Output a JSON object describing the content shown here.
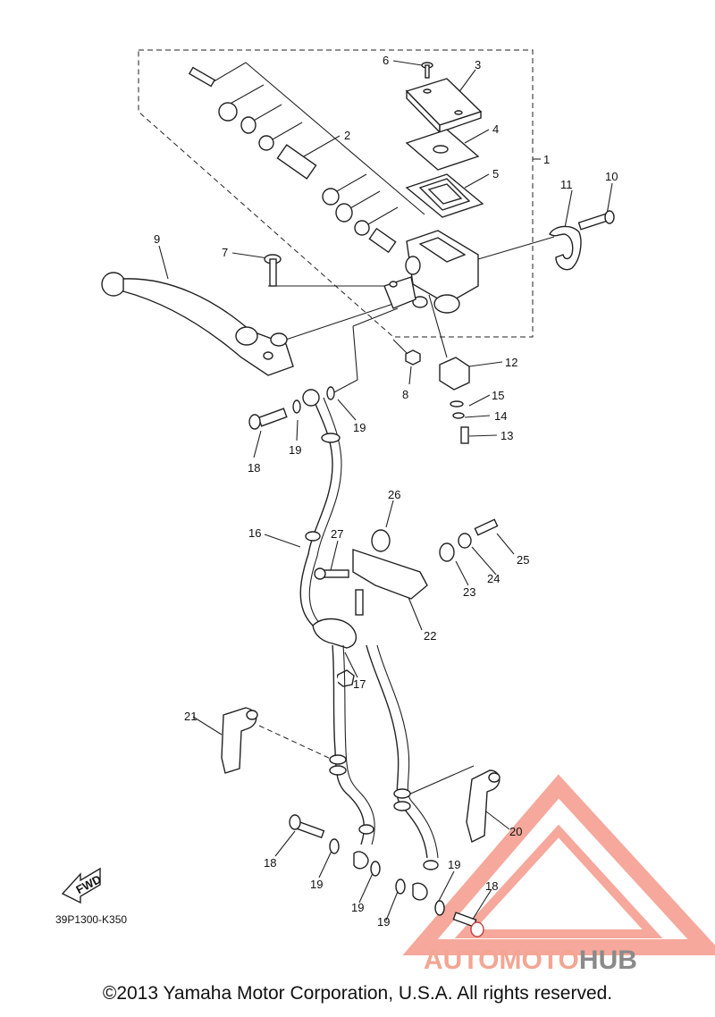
{
  "diagram": {
    "part_code": "39P1300-K350",
    "fwd_label": "FWD",
    "callouts": [
      {
        "id": "c1",
        "text": "1"
      },
      {
        "id": "c2",
        "text": "2"
      },
      {
        "id": "c3",
        "text": "3"
      },
      {
        "id": "c4",
        "text": "4"
      },
      {
        "id": "c5",
        "text": "5"
      },
      {
        "id": "c6",
        "text": "6"
      },
      {
        "id": "c7",
        "text": "7"
      },
      {
        "id": "c8",
        "text": "8"
      },
      {
        "id": "c9",
        "text": "9"
      },
      {
        "id": "c10",
        "text": "10"
      },
      {
        "id": "c11",
        "text": "11"
      },
      {
        "id": "c12",
        "text": "12"
      },
      {
        "id": "c13",
        "text": "13"
      },
      {
        "id": "c14",
        "text": "14"
      },
      {
        "id": "c15",
        "text": "15"
      },
      {
        "id": "c16",
        "text": "16"
      },
      {
        "id": "c17",
        "text": "17"
      },
      {
        "id": "c18a",
        "text": "18"
      },
      {
        "id": "c18b",
        "text": "18"
      },
      {
        "id": "c18c",
        "text": "18"
      },
      {
        "id": "c19a",
        "text": "19"
      },
      {
        "id": "c19b",
        "text": "19"
      },
      {
        "id": "c19c",
        "text": "19"
      },
      {
        "id": "c19d",
        "text": "19"
      },
      {
        "id": "c19e",
        "text": "19"
      },
      {
        "id": "c19f",
        "text": "19"
      },
      {
        "id": "c20",
        "text": "20"
      },
      {
        "id": "c21",
        "text": "21"
      },
      {
        "id": "c22",
        "text": "22"
      },
      {
        "id": "c23",
        "text": "23"
      },
      {
        "id": "c24",
        "text": "24"
      },
      {
        "id": "c25",
        "text": "25"
      },
      {
        "id": "c26",
        "text": "26"
      },
      {
        "id": "c27",
        "text": "27"
      }
    ]
  },
  "copyright": "©2013 Yamaha Motor Corporation, U.S.A. All rights reserved.",
  "watermark": {
    "part1": "AUTOMOTO",
    "part2": "HUB",
    "color_main": "#f4a593",
    "color_dark": "#8a8a8a",
    "logo_color": "#f28b7a"
  }
}
